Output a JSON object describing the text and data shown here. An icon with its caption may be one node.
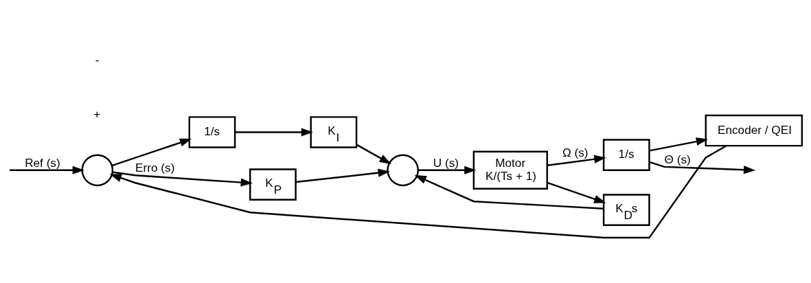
{
  "diagram": {
    "nodes": [
      {
        "text": [],
        "shape": "circle"
      },
      {
        "text": [
          "1/s"
        ]
      },
      {
        "text": [
          "K$_{I}$"
        ]
      },
      {
        "text": [
          "K$_{P}$"
        ]
      },
      {
        "text": [],
        "shape": "circle"
      },
      {
        "text": [
          "Motor",
          "K/(Ts + 1)"
        ]
      },
      {
        "text": [
          "1/s"
        ]
      },
      {
        "text": [
          "K$_{D}$s"
        ]
      },
      {
        "text": [
          "Encoder / QEI"
        ]
      }
    ],
    "edges": [
      {
        "from": null,
        "to": 0,
        "arrow": "to",
        "label": "Ref (s)"
      },
      {
        "from": 0,
        "to": 3,
        "arrow": "to",
        "label": "Erro (s)"
      },
      {
        "from": 0,
        "to": 1,
        "arrow": "to"
      },
      {
        "from": 1,
        "to": 2,
        "arrow": "to"
      },
      {
        "from": 2,
        "to": 4,
        "arrow": "to"
      },
      {
        "from": 3,
        "to": 4,
        "arrow": "to"
      },
      {
        "from": 4,
        "to": 5,
        "arrow": "to",
        "label": "U (s)"
      },
      {
        "from": 5,
        "to": 6,
        "arrow": "to",
        "label": "Ω (s)"
      },
      {
        "from": 5,
        "to": 7,
        "arrow": "to"
      },
      {
        "from": 6,
        "to": null,
        "arrow": "to",
        "label": "Θ (s)"
      },
      {
        "from": 6,
        "to": 8,
        "arrow": "to"
      },
      {
        "from": 8,
        "to": 0,
        "arrow": "to"
      },
      {
        "from": 7,
        "to": 4,
        "arrow": "to"
      }
    ],
    "labels": [
      "+",
      "-"
    ]
  }
}
